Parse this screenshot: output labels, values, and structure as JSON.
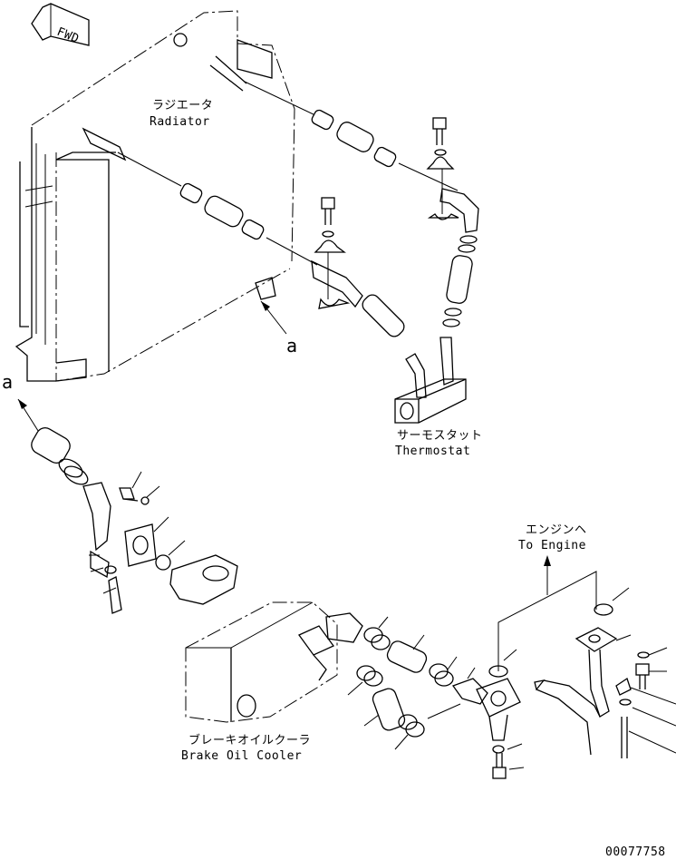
{
  "labels": {
    "fwd": "FWD",
    "radiator_jp": "ラジエータ",
    "radiator_en": "Radiator",
    "thermostat_jp": "サーモスタット",
    "thermostat_en": "Thermostat",
    "to_engine_jp": "エンジンヘ",
    "to_engine_en": "To Engine",
    "brake_cooler_jp": "ブレーキオイルクーラ",
    "brake_cooler_en": "Brake Oil Cooler",
    "ref_a_upper": "a",
    "ref_a_left": "a",
    "drawing_number": "00077758"
  }
}
